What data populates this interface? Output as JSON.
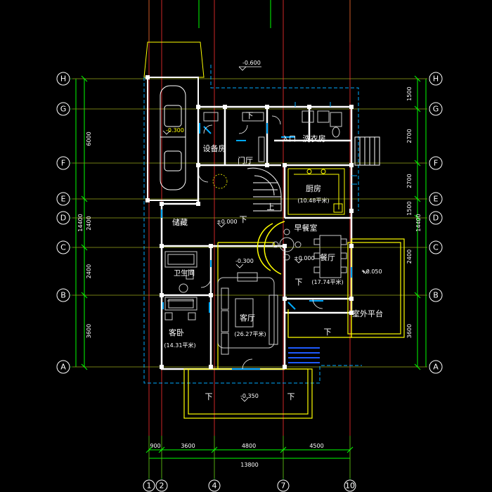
{
  "colors": {
    "axis": "#ff3030",
    "dim": "#00ff00",
    "wall": "#ffffff",
    "window": "#00aaff",
    "furniture": "#cccccc",
    "terrace": "#ffff00",
    "stair": "#ff00ff",
    "blue": "#1e5aff",
    "door": "#ffffff"
  },
  "axes": {
    "rows": [
      "H",
      "G",
      "F",
      "E",
      "D",
      "C",
      "B",
      "A"
    ],
    "cols": [
      "1",
      "2",
      "4",
      "7",
      "10"
    ]
  },
  "dims": {
    "left": [
      "6000",
      "2400",
      "2400",
      "3600"
    ],
    "left_total": "14400",
    "right": [
      "1500",
      "2700",
      "2700",
      "1500",
      "2400",
      "3600"
    ],
    "right_total": "14400",
    "bottom": [
      "900",
      "3600",
      "4800",
      "4500"
    ],
    "bottom_total": "13800"
  },
  "rooms": [
    {
      "id": "equip",
      "name": "设备房",
      "area": ""
    },
    {
      "id": "foyer",
      "name": "门厅",
      "area": ""
    },
    {
      "id": "entry",
      "name": "入口",
      "area": ""
    },
    {
      "id": "laundry",
      "name": "洗衣房",
      "area": ""
    },
    {
      "id": "kitchen",
      "name": "厨房",
      "area": "(10.48平米)"
    },
    {
      "id": "storage",
      "name": "储藏",
      "area": ""
    },
    {
      "id": "breakfast",
      "name": "早餐室",
      "area": ""
    },
    {
      "id": "dining",
      "name": "餐厅",
      "area": "(17.74平米)"
    },
    {
      "id": "bath",
      "name": "卫生间",
      "area": ""
    },
    {
      "id": "living",
      "name": "客厅",
      "area": "(26.27平米)"
    },
    {
      "id": "terrace",
      "name": "室外平台",
      "area": ""
    },
    {
      "id": "guest",
      "name": "客卧",
      "area": "(14.31平米)"
    }
  ],
  "levels": [
    "-0.600",
    "-0.300",
    "±0.000",
    "-0.300",
    "±0.000",
    "+0.050",
    "-0.350"
  ],
  "down_marks": [
    "下",
    "下",
    "下",
    "下",
    "下",
    "下",
    "下"
  ],
  "stair_up": "上"
}
